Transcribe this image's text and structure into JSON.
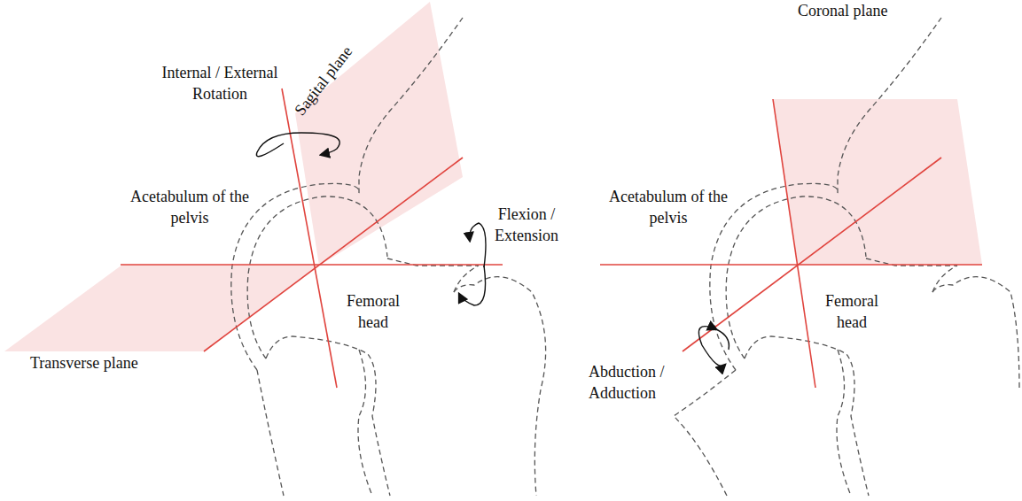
{
  "diagram": {
    "labels": [
      "Sagital plane",
      "Internal / External Rotation",
      "Acetabulum of the pelvis",
      "Flexion / Extension",
      "Femoral head",
      "Transverse plane",
      "Coronal plane",
      "Acetabulum of the pelvis",
      "Femoral head",
      "Abduction / Adduction"
    ]
  }
}
